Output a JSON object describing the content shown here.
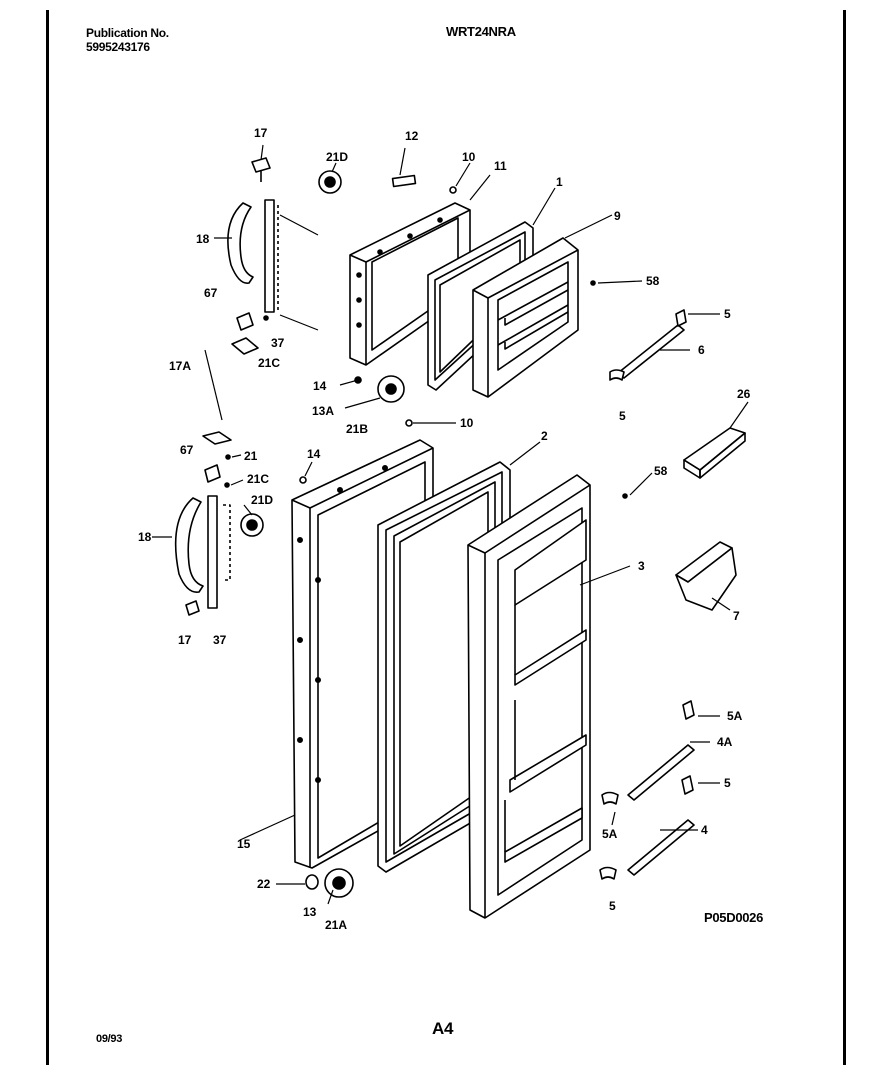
{
  "header": {
    "publication_label": "Publication No.",
    "publication_number": "5995243176",
    "model": "WRT24NRA"
  },
  "footer": {
    "figure_code": "P05D0026",
    "date": "09/93",
    "page_id": "A4"
  },
  "callouts": {
    "c1": "1",
    "c2": "2",
    "c3": "3",
    "c4": "4",
    "c4a": "4A",
    "c5a": "5",
    "c5b": "5",
    "c5c": "5",
    "c5d": "5",
    "c5a_top": "5A",
    "c5a_bot": "5A",
    "c6": "6",
    "c7": "7",
    "c9": "9",
    "c10a": "10",
    "c10b": "10",
    "c11": "11",
    "c12": "12",
    "c13": "13",
    "c13a": "13A",
    "c14a": "14",
    "c14b": "14",
    "c15": "15",
    "c17a": "17",
    "c17b": "17",
    "c17A": "17A",
    "c18a": "18",
    "c18b": "18",
    "c21": "21",
    "c21A": "21A",
    "c21B": "21B",
    "c21Ca": "21C",
    "c21Cb": "21C",
    "c21Da": "21D",
    "c21Db": "21D",
    "c22": "22",
    "c26": "26",
    "c37a": "37",
    "c37b": "37",
    "c58a": "58",
    "c58b": "58",
    "c67a": "67",
    "c67b": "67"
  }
}
